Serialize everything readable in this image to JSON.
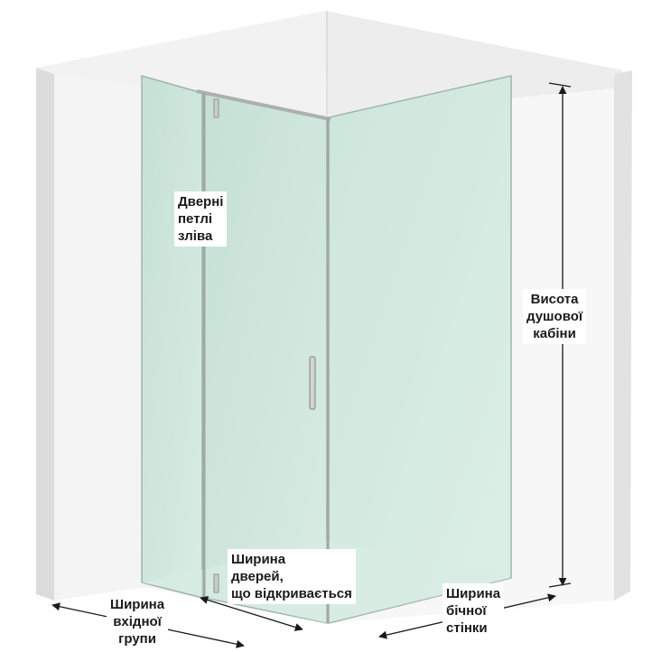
{
  "labels": {
    "hinges": [
      "Дверні",
      "петлі",
      "зліва"
    ],
    "height": [
      "Висота",
      "душової",
      "кабіни"
    ],
    "door_width": [
      "Ширина",
      "дверей,",
      "що відкривається"
    ],
    "entrance_width": [
      "Ширина",
      "вхідної",
      "групи"
    ],
    "side_width": [
      "Ширина",
      "бічної",
      "стінки"
    ]
  },
  "colors": {
    "wall": "#ebebeb",
    "wall_shadow": "#dadada",
    "glass": "#cfe6dc",
    "glass_edge": "#9fb5ac",
    "frame": "#a9b0ae",
    "dimension_line": "#1a1a1a"
  }
}
